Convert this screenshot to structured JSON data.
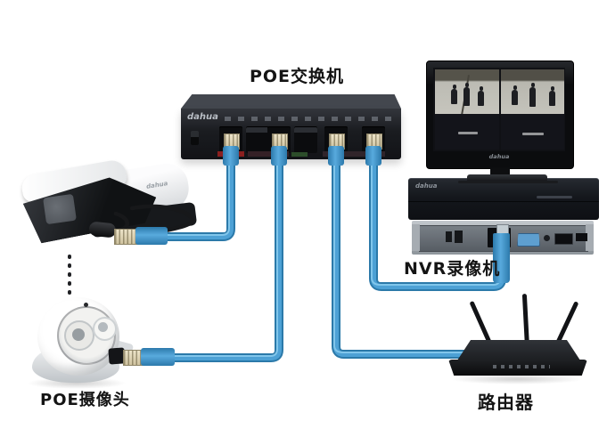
{
  "labels": {
    "switch": "POE交换机",
    "nvr": "NVR录像机",
    "camera": "POE摄像头",
    "router": "路由器"
  },
  "brand_logo": "dahua",
  "connections": [
    {
      "from": "POE交换机",
      "to": "POE摄像头"
    },
    {
      "from": "POE交换机",
      "to": "POE摄像头"
    },
    {
      "from": "POE交换机",
      "to": "路由器"
    },
    {
      "from": "POE交换机",
      "to": "NVR录像机"
    }
  ],
  "colors": {
    "background": "#ffffff",
    "label_text": "#141414",
    "cable_outline": "#2b79a9",
    "cable_core": "#4da1d5",
    "cable_sheen": "#8fd0f0",
    "boot_dark": "#2c79ab",
    "boot_light": "#58aadd"
  }
}
